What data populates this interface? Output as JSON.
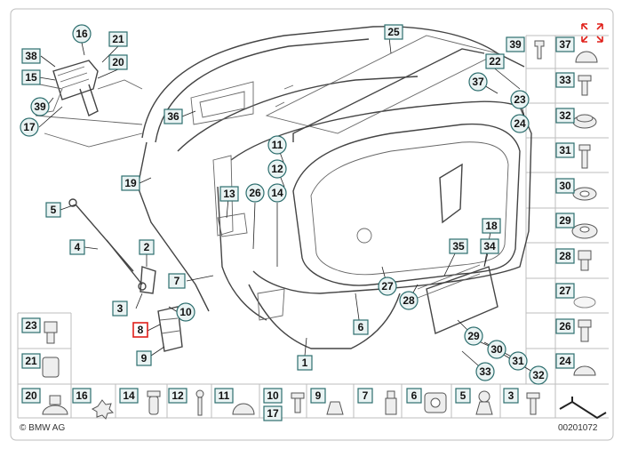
{
  "brand": "© BMW AG",
  "diagram_number": "00201072",
  "labels": {
    "l1": "1",
    "l2": "2",
    "l3": "3",
    "l4": "4",
    "l5": "5",
    "l6": "6",
    "l7": "7",
    "l8": "8",
    "l9": "9",
    "l10": "10",
    "l11": "11",
    "l12": "12",
    "l13": "13",
    "l14": "14",
    "l15": "15",
    "l16": "16",
    "l17": "17",
    "l18": "18",
    "l19": "19",
    "l20": "20",
    "l21": "21",
    "l22": "22",
    "l23": "23",
    "l24": "24",
    "l25": "25",
    "l26": "26",
    "l27": "27",
    "l28": "28",
    "l29": "29",
    "l30": "30",
    "l31": "31",
    "l32": "32",
    "l33": "33",
    "l34": "34",
    "l35": "35",
    "l36": "36",
    "l37": "37",
    "l38": "38",
    "l39": "39"
  },
  "colors": {
    "accent_border": "#2d6e6e",
    "label_fill": "#e9f3f3",
    "highlight": "#e0201a",
    "expand_icon": "#e0201a"
  }
}
